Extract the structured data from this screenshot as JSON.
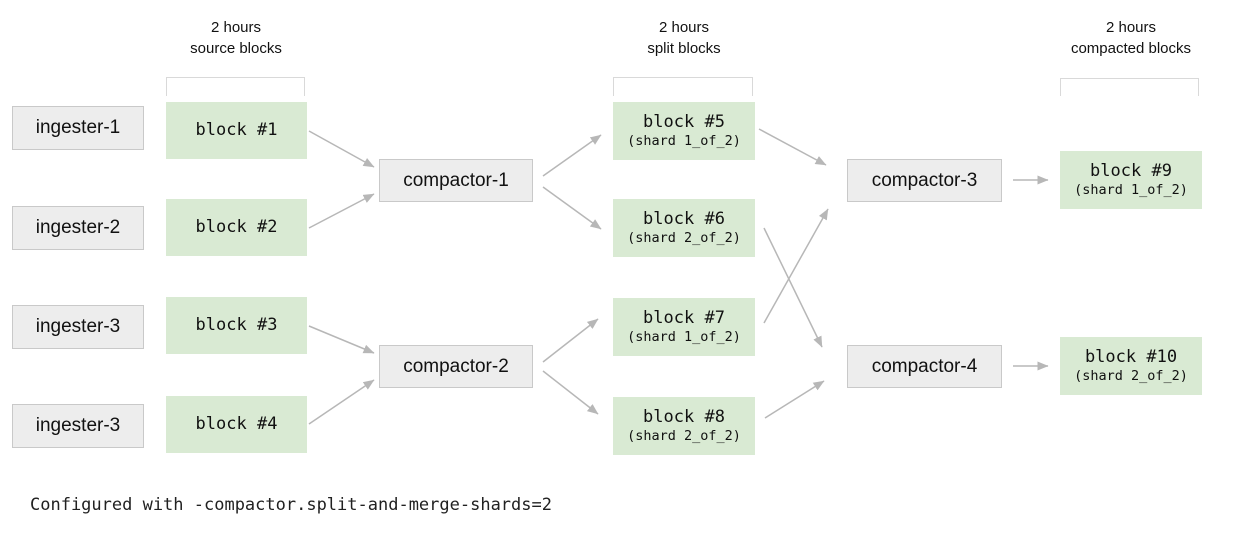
{
  "headers": {
    "source": {
      "line1": "2 hours",
      "line2": "source blocks"
    },
    "split": {
      "line1": "2 hours",
      "line2": "split blocks"
    },
    "compacted": {
      "line1": "2 hours",
      "line2": "compacted blocks"
    }
  },
  "ingesters": [
    {
      "label": "ingester-1"
    },
    {
      "label": "ingester-2"
    },
    {
      "label": "ingester-3"
    },
    {
      "label": "ingester-3"
    }
  ],
  "source_blocks": [
    {
      "label": "block #1"
    },
    {
      "label": "block #2"
    },
    {
      "label": "block #3"
    },
    {
      "label": "block #4"
    }
  ],
  "split_compactors": [
    {
      "label": "compactor-1"
    },
    {
      "label": "compactor-2"
    }
  ],
  "split_blocks": [
    {
      "label": "block #5",
      "shard": "(shard 1_of_2)"
    },
    {
      "label": "block #6",
      "shard": "(shard 2_of_2)"
    },
    {
      "label": "block #7",
      "shard": "(shard 1_of_2)"
    },
    {
      "label": "block #8",
      "shard": "(shard 2_of_2)"
    }
  ],
  "merge_compactors": [
    {
      "label": "compactor-3"
    },
    {
      "label": "compactor-4"
    }
  ],
  "compacted_blocks": [
    {
      "label": "block #9",
      "shard": "(shard 1_of_2)"
    },
    {
      "label": "block #10",
      "shard": "(shard 2_of_2)"
    }
  ],
  "caption": "Configured with -compactor.split-and-merge-shards=2",
  "colors": {
    "block_fill": "#d9ead3",
    "node_fill": "#ededed",
    "node_border": "#c9c9c9",
    "arrow": "#b7b7b7",
    "bracket": "#d9d9d9",
    "text": "#111111"
  }
}
